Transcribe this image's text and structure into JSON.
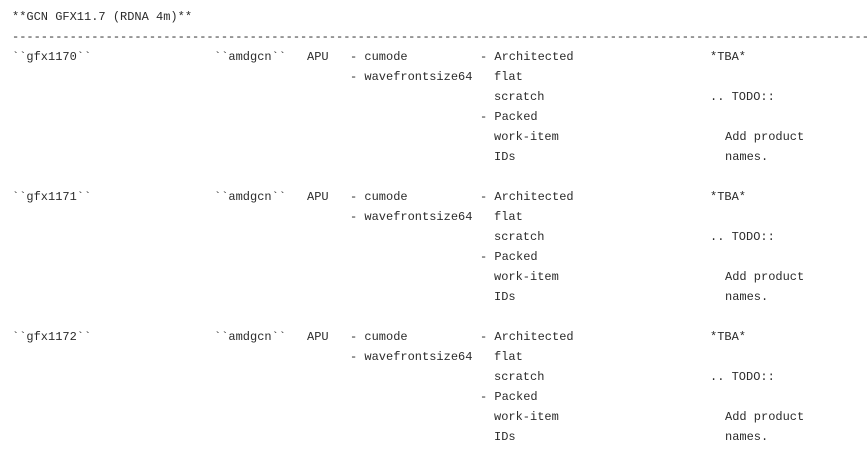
{
  "heading": "**GCN GFX11.7 (RDNA 4m)**",
  "rule": "------------------------------------------------------------------------------------------------------------------------",
  "rows": [
    {
      "name": "``gfx1170``",
      "arch": "``amdgcn``",
      "type": "APU",
      "features": [
        "- cumode",
        "- wavefrontsize64"
      ],
      "ext_lines": [
        "- Architected",
        "flat",
        "scratch",
        "- Packed",
        "work-item",
        "IDs"
      ],
      "prod_lines": [
        "*TBA*",
        ".. TODO::",
        "Add product",
        "names."
      ]
    },
    {
      "name": "``gfx1171``",
      "arch": "``amdgcn``",
      "type": "APU",
      "features": [
        "- cumode",
        "- wavefrontsize64"
      ],
      "ext_lines": [
        "- Architected",
        "flat",
        "scratch",
        "- Packed",
        "work-item",
        "IDs"
      ],
      "prod_lines": [
        "*TBA*",
        ".. TODO::",
        "Add product",
        "names."
      ]
    },
    {
      "name": "``gfx1172``",
      "arch": "``amdgcn``",
      "type": "APU",
      "features": [
        "- cumode",
        "- wavefrontsize64"
      ],
      "ext_lines": [
        "- Architected",
        "flat",
        "scratch",
        "- Packed",
        "work-item",
        "IDs"
      ],
      "prod_lines": [
        "*TBA*",
        ".. TODO::",
        "Add product",
        "names."
      ]
    }
  ]
}
